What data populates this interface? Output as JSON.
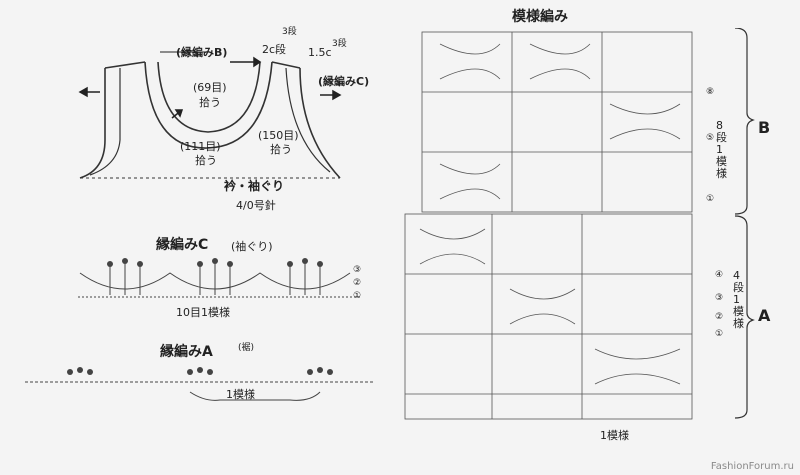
{
  "left": {
    "edging_b": "(縁編みB)",
    "rows3_a": "3段",
    "cm2": "2c段",
    "cm15": "1.5c",
    "rows3_b": "3段",
    "edging_c": "(縁編みC)",
    "st69": "(69目)",
    "pick_up_a": "拾う",
    "st111": "(111目)",
    "pick_up_b": "拾う",
    "st150": "(150目)",
    "pick_up_c": "拾う",
    "collar_armhole": "衿・袖ぐり",
    "hook": "4/0号針"
  },
  "edging_c_section": {
    "title": "縁編みC",
    "subtitle": "(袖ぐり)",
    "repeat": "10目1模様",
    "row_nums": [
      "③",
      "②",
      "①"
    ]
  },
  "edging_a_section": {
    "title": "縁編みA",
    "subtitle": "(裾)",
    "repeat": "1模様"
  },
  "pattern": {
    "title": "模様編み",
    "b_rows_label": "8段1模様",
    "a_rows_label": "4段1模様",
    "b_label": "B",
    "a_label": "A",
    "repeat": "1模様",
    "b_row_nums": [
      "⑧",
      "⑤",
      "①"
    ],
    "a_row_nums": [
      "④",
      "③",
      "②",
      "①"
    ]
  },
  "watermark": "FashionForum.ru"
}
